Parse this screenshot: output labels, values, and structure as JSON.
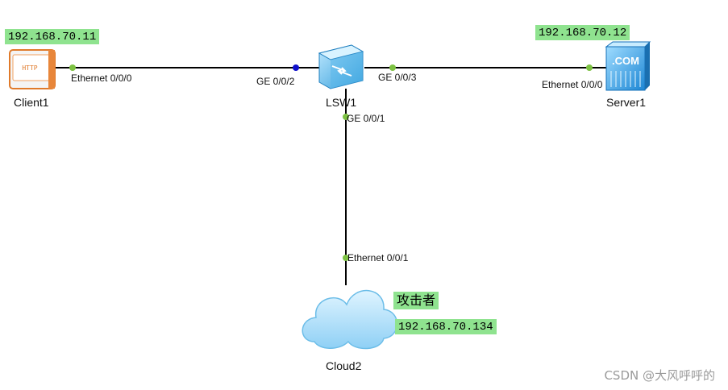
{
  "nodes": {
    "client": {
      "name": "Client1",
      "ip": "192.168.70.11",
      "icon_text": "HTTP",
      "icon": "http-client-icon"
    },
    "switch": {
      "name": "LSW1",
      "icon": "switch-icon"
    },
    "server": {
      "name": "Server1",
      "ip": "192.168.70.12",
      "icon_text": ".COM",
      "icon": "server-icon"
    },
    "cloud": {
      "name": "Cloud2",
      "ip": "192.168.70.134",
      "tag": "攻击者",
      "icon": "cloud-icon"
    }
  },
  "links": [
    {
      "from_port": "Ethernet 0/0/0",
      "to_port": "GE 0/0/2"
    },
    {
      "from_port": "GE 0/0/3",
      "to_port": "Ethernet 0/0/0"
    },
    {
      "from_port": "GE 0/0/1",
      "to_port": "Ethernet 0/0/1"
    }
  ],
  "colors": {
    "ip_highlight": "#8fe38f",
    "port_dot": "#7dc242",
    "active_port_dot": "#1010cc",
    "link": "#000000"
  },
  "watermark": "CSDN @大风呼呼的"
}
